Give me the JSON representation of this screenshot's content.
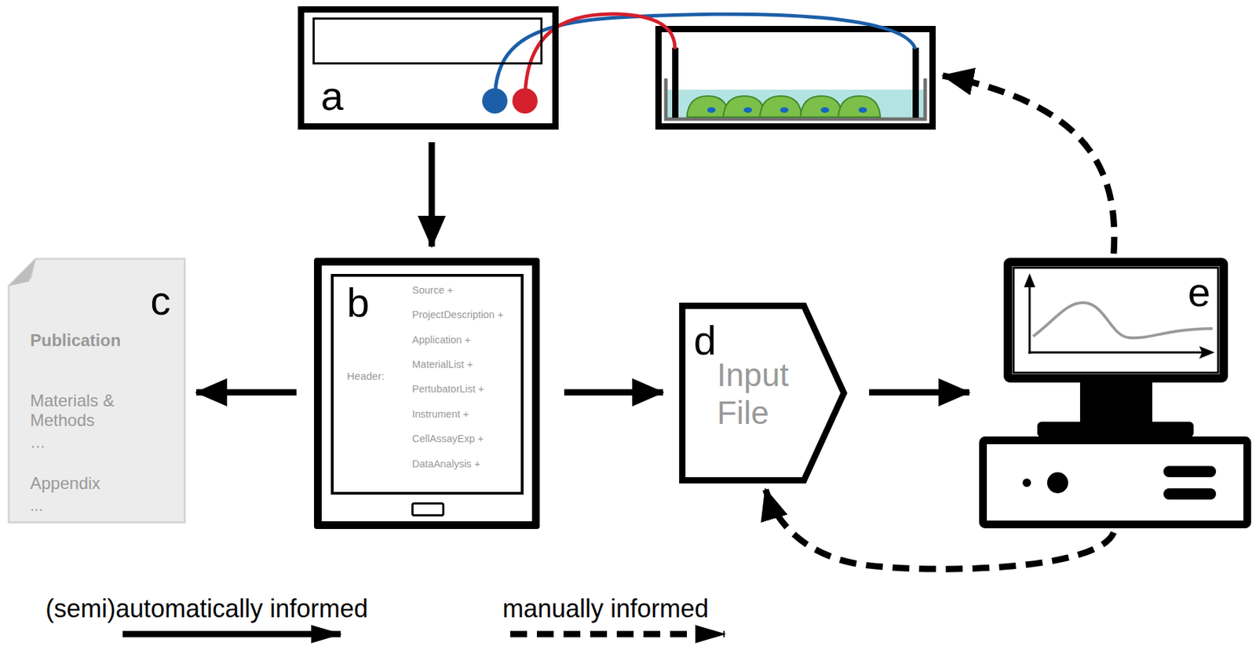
{
  "diagram": {
    "nodes": [
      {
        "text": [
          "a"
        ]
      },
      {
        "text": [
          "c",
          "Publication",
          "Materials & Methods",
          "…",
          "Appendix",
          "..."
        ]
      },
      {
        "text": [
          "b",
          "Header:",
          "Source +",
          "ProjectDescription +",
          "Application +",
          "MaterialList +",
          "PertubatorList +",
          "Instrument +",
          "CellAssayExp +",
          "DataAnalysis +"
        ]
      },
      {
        "text": [
          "d",
          "Input File"
        ]
      },
      {
        "text": [
          "e"
        ]
      }
    ],
    "edges": [
      {
        "from": 0,
        "to": 2,
        "arrow": "to"
      },
      {
        "from": 2,
        "to": 1,
        "arrow": "to"
      },
      {
        "from": 2,
        "to": 3,
        "arrow": "to"
      },
      {
        "from": 3,
        "to": 4,
        "arrow": "to"
      },
      {
        "from": 4,
        "to": 3,
        "arrow": "to"
      }
    ],
    "legend": [
      {
        "text": "(semi)automatically informed"
      },
      {
        "text": "manually informed"
      }
    ]
  }
}
